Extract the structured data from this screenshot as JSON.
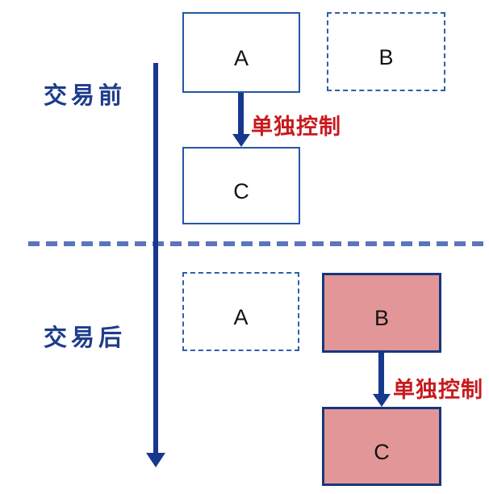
{
  "stages": {
    "before": {
      "label": "交易前"
    },
    "after": {
      "label": "交易后"
    }
  },
  "boxes": {
    "before_a": {
      "label": "A",
      "style": "solid"
    },
    "before_b": {
      "label": "B",
      "style": "dashed"
    },
    "before_c": {
      "label": "C",
      "style": "solid"
    },
    "after_a": {
      "label": "A",
      "style": "dashed"
    },
    "after_b": {
      "label": "B",
      "style": "solid-filled"
    },
    "after_c": {
      "label": "C",
      "style": "solid-filled"
    }
  },
  "arrows": {
    "before_control": {
      "label": "单独控制",
      "from": "A",
      "to": "C"
    },
    "after_control": {
      "label": "单独控制",
      "from": "B",
      "to": "C"
    }
  },
  "colors": {
    "navy_arrow": "#16398E",
    "solid_box_border": "#2457A5",
    "dashed_box_border": "#2E5FA8",
    "filled_box_border": "#17377E",
    "filled_box_fill": "#E29698",
    "divider_blue": "#5B74BD",
    "phase_label_text": "#1E3C8C",
    "control_label_text": "#C81A1E",
    "box_letter_text": "#121212"
  }
}
